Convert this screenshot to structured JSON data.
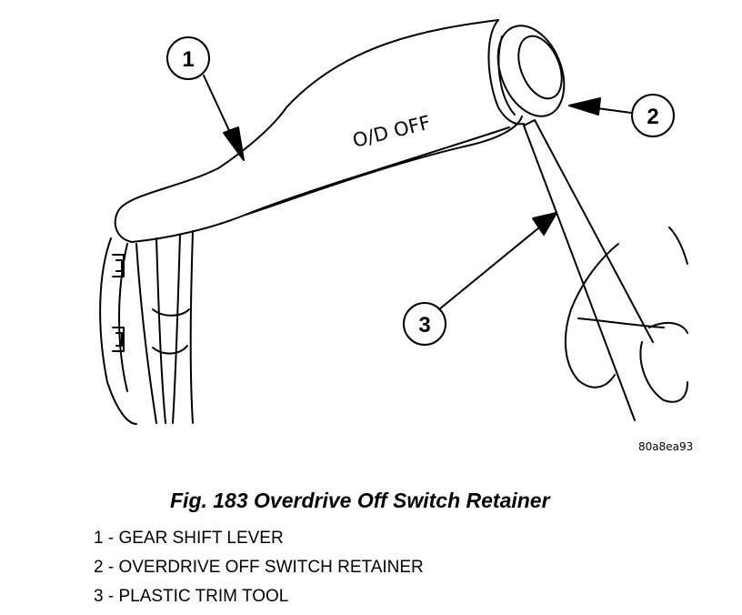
{
  "figure": {
    "lever_text": "O/D OFF",
    "image_code": "80a8ea93",
    "caption": "Fig. 183 Overdrive Off Switch Retainer",
    "callouts": [
      "1",
      "2",
      "3"
    ],
    "legend": [
      "1 - GEAR SHIFT LEVER",
      "2 - OVERDRIVE OFF SWITCH RETAINER",
      "3 - PLASTIC TRIM TOOL"
    ]
  }
}
